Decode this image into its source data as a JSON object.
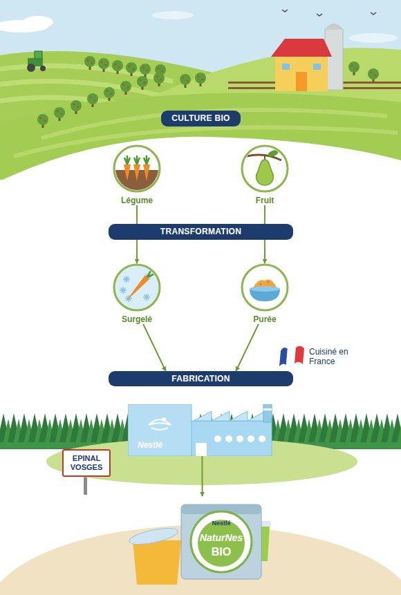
{
  "diagram": {
    "nodes": [
      {
        "text": [
          "CULTURE BIO"
        ]
      },
      {
        "text": [
          "Légume"
        ]
      },
      {
        "text": [
          "Fruit"
        ]
      },
      {
        "text": [
          "TRANSFORMATION"
        ]
      },
      {
        "text": [
          "Surgelé"
        ]
      },
      {
        "text": [
          "Purée"
        ]
      },
      {
        "text": [
          "FABRICATION"
        ]
      },
      {
        "text": [
          "Nestlé"
        ]
      },
      {
        "text": [
          "EPINAL VOSGES"
        ]
      },
      {
        "text": [
          "Nestlé",
          "NaturNes",
          "BIO"
        ]
      }
    ],
    "edges": [
      {
        "from": 1,
        "to": 3,
        "arrow": "none"
      },
      {
        "from": 2,
        "to": 3,
        "arrow": "none"
      },
      {
        "from": 3,
        "to": 4,
        "arrow": "to"
      },
      {
        "from": 3,
        "to": 5,
        "arrow": "to"
      },
      {
        "from": 4,
        "to": 6,
        "arrow": "to"
      },
      {
        "from": 5,
        "to": 6,
        "arrow": "to"
      },
      {
        "from": 7,
        "to": 9,
        "arrow": "to"
      }
    ],
    "labels": [
      "Cuisiné en France"
    ]
  }
}
